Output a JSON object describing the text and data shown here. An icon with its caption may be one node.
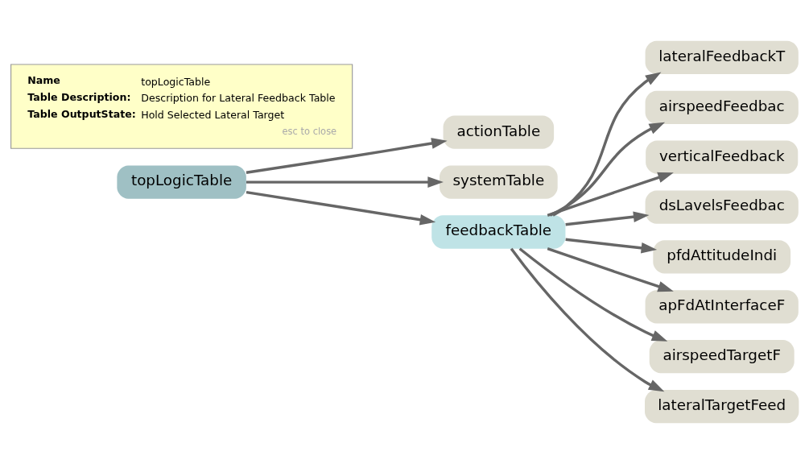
{
  "diagram": {
    "nodes": [
      {
        "text": [
          "topLogicTable"
        ]
      },
      {
        "text": [
          "actionTable"
        ]
      },
      {
        "text": [
          "systemTable"
        ]
      },
      {
        "text": [
          "Name",
          "topLogicTable",
          "Table Description:",
          "Description for Lateral Feedback Table",
          "Table OutputState:",
          "Hold Selected Lateral Target",
          "esc to close"
        ]
      },
      {
        "text": [
          "feedbackTable"
        ]
      },
      {
        "text": [
          "lateralFeedbackT"
        ]
      },
      {
        "text": [
          "airspeedFeedbac"
        ]
      },
      {
        "text": [
          "verticalFeedback"
        ]
      },
      {
        "text": [
          "dsLavelsFeedbac"
        ]
      },
      {
        "text": [
          "pfdAttitudeIndi"
        ]
      },
      {
        "text": [
          "apFdAtInterfaceF"
        ]
      },
      {
        "text": [
          "airspeedTargetF"
        ]
      },
      {
        "text": [
          "lateralTargetFeed"
        ]
      }
    ],
    "edges": [
      {
        "from": 0,
        "to": 1,
        "arrow": "to"
      },
      {
        "from": 0,
        "to": 2,
        "arrow": "to"
      },
      {
        "from": 0,
        "to": 4,
        "arrow": "to"
      },
      {
        "from": 4,
        "to": 5,
        "arrow": "to"
      },
      {
        "from": 4,
        "to": 6,
        "arrow": "to"
      },
      {
        "from": 4,
        "to": 7,
        "arrow": "to"
      },
      {
        "from": 4,
        "to": 8,
        "arrow": "to"
      },
      {
        "from": 4,
        "to": 9,
        "arrow": "to"
      },
      {
        "from": 4,
        "to": 10,
        "arrow": "to"
      },
      {
        "from": 4,
        "to": 11,
        "arrow": "to"
      },
      {
        "from": 4,
        "to": 12,
        "arrow": "to"
      }
    ]
  }
}
